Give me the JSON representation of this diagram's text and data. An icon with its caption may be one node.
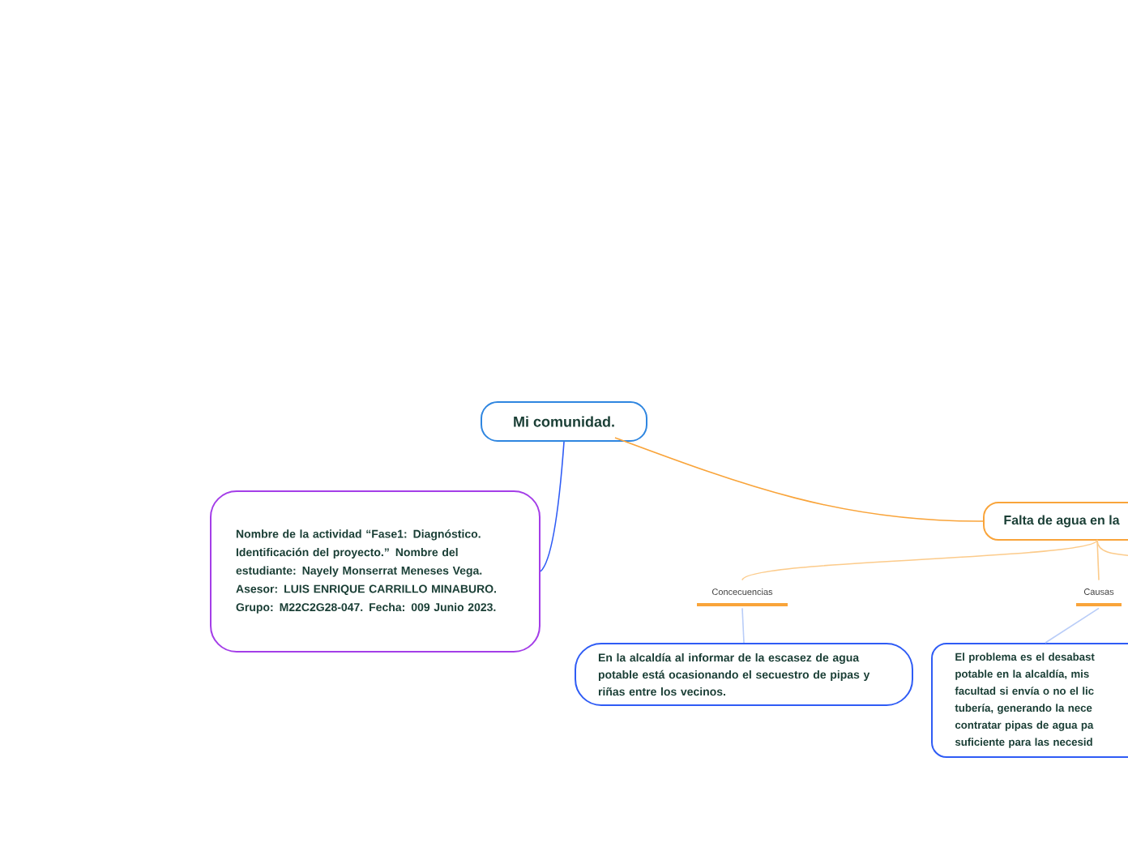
{
  "diagram": {
    "nodes": [
      {
        "text": [
          "Mi comunidad."
        ]
      },
      {
        "text": [
          "Nombre de la actividad “Fase1: Diagnóstico. Identificación del proyecto.” Nombre del estudiante: Nayely Monserrat Meneses Vega. Asesor: LUIS ENRIQUE CARRILLO MINABURO. Grupo: M22C2G28-047. Fecha: 009 Junio 2023."
        ]
      },
      {
        "text": [
          "Falta de agua en la"
        ]
      },
      {
        "text": [
          "Concecuencias"
        ]
      },
      {
        "text": [
          "Causas"
        ]
      },
      {
        "text": [
          "En la alcaldía al informar de la escasez de agua potable está ocasionando el secuestro de pipas y riñas entre los vecinos."
        ]
      },
      {
        "text": [
          "El problema es el desabast potable en la alcaldía, mis facultad si envía o no el lic tubería, generando la nece contratar pipas de agua pa suficiente para las necesid"
        ]
      }
    ],
    "edges": [
      {
        "from": 0,
        "to": 1,
        "arrow": "none",
        "color": "#2f5cf5"
      },
      {
        "from": 0,
        "to": 2,
        "arrow": "none",
        "color": "#f9a43a"
      },
      {
        "from": 2,
        "to": 3,
        "arrow": "none",
        "color": "#fccb8b"
      },
      {
        "from": 2,
        "to": 4,
        "arrow": "none",
        "color": "#fccb8b"
      },
      {
        "from": 2,
        "to": null,
        "arrow": "none",
        "color": "#fccb8b"
      },
      {
        "from": 3,
        "to": 5,
        "arrow": "none",
        "color": "#b9cdf8"
      },
      {
        "from": 4,
        "to": 6,
        "arrow": "none",
        "color": "#b9cdf8"
      }
    ]
  }
}
